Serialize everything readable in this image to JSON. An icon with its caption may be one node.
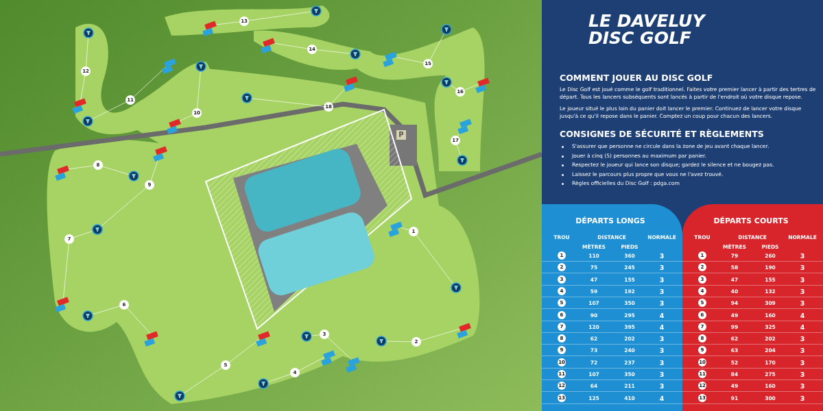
{
  "diagram": {
    "title": "LE DAVELUY DISC GOLF",
    "labels": [
      "13",
      "14",
      "15",
      "12",
      "16",
      "11",
      "10",
      "18",
      "17",
      "P",
      "8",
      "9",
      "1",
      "7",
      "6",
      "3",
      "2",
      "5",
      "4",
      "COMMENT JOUER AU DISC GOLF",
      "Le Disc Golf est joué comme le golf traditionnel. Faites votre premier lancer à partir des tertres de départ. Tous les lancers subséquents sont lancés à partir de l'endroit où votre disque repose.",
      "Le joueur situé le plus loin du panier doit lancer le premier. Continuez de lancer votre disque jusqu'à ce qu'il repose dans le panier. Comptez un coup pour chacun des lancers.",
      "CONSIGNES DE SÉCURITÉ ET RÈGLEMENTS",
      "S'assurer que personne ne circule dans la zone de jeu avant chaque lancer.",
      "Jouer à cinq (5) personnes au maximum par panier.",
      "Respectez le joueur qui lance son disque; gardez le silence et ne bougez pas.",
      "Laissez le parcours plus propre que vous ne l'avez trouvé.",
      "Règles officielles du Disc Golf : pdga.com",
      "DÉPARTS LONGS",
      "TROU",
      "DISTANCE",
      "NORMALE",
      "MÈTRES",
      "PIEDS",
      "1",
      "110",
      "360",
      "3",
      "2",
      "75",
      "245",
      "3",
      "3",
      "47",
      "155",
      "3",
      "4",
      "59",
      "192",
      "3",
      "5",
      "107",
      "350",
      "3",
      "6",
      "90",
      "295",
      "4",
      "7",
      "120",
      "395",
      "4",
      "8",
      "62",
      "202",
      "3",
      "9",
      "73",
      "240",
      "3",
      "10",
      "72",
      "237",
      "3",
      "11",
      "107",
      "350",
      "3",
      "12",
      "64",
      "211",
      "3",
      "13",
      "125",
      "410",
      "4",
      "DÉPARTS COURTS",
      "TROU",
      "DISTANCE",
      "NORMALE",
      "MÈTRES",
      "PIEDS",
      "1",
      "79",
      "260",
      "3",
      "2",
      "58",
      "190",
      "3",
      "3",
      "47",
      "155",
      "3",
      "4",
      "40",
      "132",
      "3",
      "5",
      "94",
      "309",
      "3",
      "6",
      "49",
      "160",
      "4",
      "7",
      "99",
      "325",
      "4",
      "8",
      "62",
      "202",
      "3",
      "9",
      "63",
      "204",
      "3",
      "10",
      "52",
      "170",
      "3",
      "11",
      "84",
      "275",
      "3",
      "12",
      "49",
      "160",
      "3",
      "13",
      "91",
      "300",
      "3"
    ]
  }
}
